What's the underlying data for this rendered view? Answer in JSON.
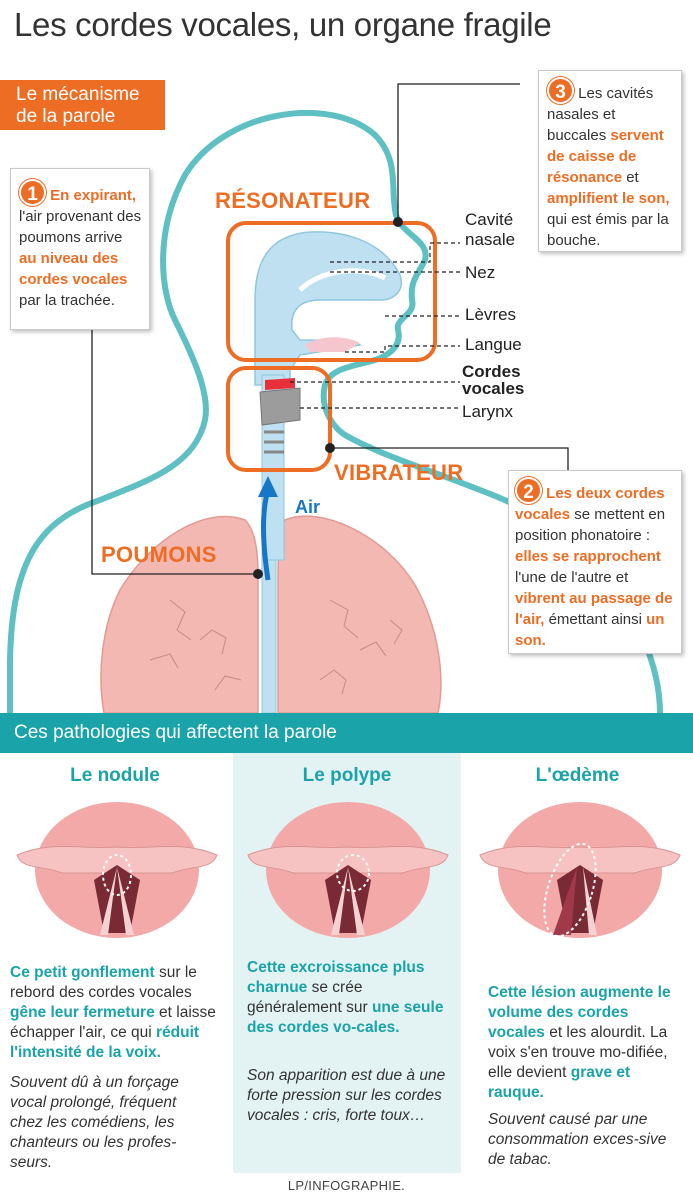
{
  "title": "Les cordes vocales, un organe fragile",
  "mechanism": {
    "badge_line1": "Le mécanisme",
    "badge_line2": "de la parole",
    "labels": {
      "resonateur": "RÉSONATEUR",
      "vibrateur": "VIBRATEUR",
      "poumons": "POUMONS",
      "air": "Air",
      "cavite_1": "Cavité",
      "cavite_2": "nasale",
      "nez": "Nez",
      "levres": "Lèvres",
      "langue": "Langue",
      "cordes_1": "Cordes",
      "cordes_2": "vocales",
      "larynx": "Larynx"
    },
    "step1": {
      "number": "1",
      "a": "En expirant,",
      "b": "l'air provenant des poumons arrive ",
      "c": "au niveau des cordes vocales",
      "d": " par la trachée."
    },
    "step2": {
      "number": "2",
      "a": "Les deux cordes vocales",
      "b": " se mettent en position phonatoire : ",
      "c": "elles se rapprochent",
      "d": " l'une de l'autre et ",
      "e": "vibrent au passage de l'air,",
      "f": " émettant ainsi ",
      "g": "un son."
    },
    "step3": {
      "number": "3",
      "a": "Les cavités nasales et buccales ",
      "b": "servent de caisse de résonance",
      "c": " et ",
      "d": "amplifient le son,",
      "e": " qui est émis par la bouche."
    }
  },
  "pathologies": {
    "heading": "Ces pathologies qui affectent la parole",
    "items": [
      {
        "title": "Le nodule",
        "t1": "Ce petit gonflement",
        "t2": " sur le rebord des cordes vocales ",
        "t3": "gêne leur fermeture",
        "t4": " et laisse échapper l'air, ce qui ",
        "t5": "réduit l'intensité de la voix.",
        "note": "Souvent dû à un forçage vocal prolongé, fréquent chez les comédiens, les chanteurs ou les profes-seurs."
      },
      {
        "title": "Le polype",
        "t1": "Cette excroissance plus charnue",
        "t2": " se crée généralement sur ",
        "t3": "une seule des cordes vo-cales.",
        "note": "Son apparition est due à une forte pression sur les cordes vocales : cris, forte toux…"
      },
      {
        "title": "L'œdème",
        "t1": "Cette lésion augmente le volume des cordes vocales",
        "t2": " et les alourdit. La voix s'en trouve mo-difiée, elle devient ",
        "t3": "grave et rauque.",
        "note": "Souvent causé par une consommation exces-sive de tabac."
      }
    ]
  },
  "credit": "LP/INFOGRAPHIE.",
  "colors": {
    "orange": "#ee6d24",
    "teal": "#1aa3a9",
    "lung_pink": "#f0b3ad",
    "airway_blue": "#b9dcef",
    "air_arrow": "#1677c6"
  }
}
